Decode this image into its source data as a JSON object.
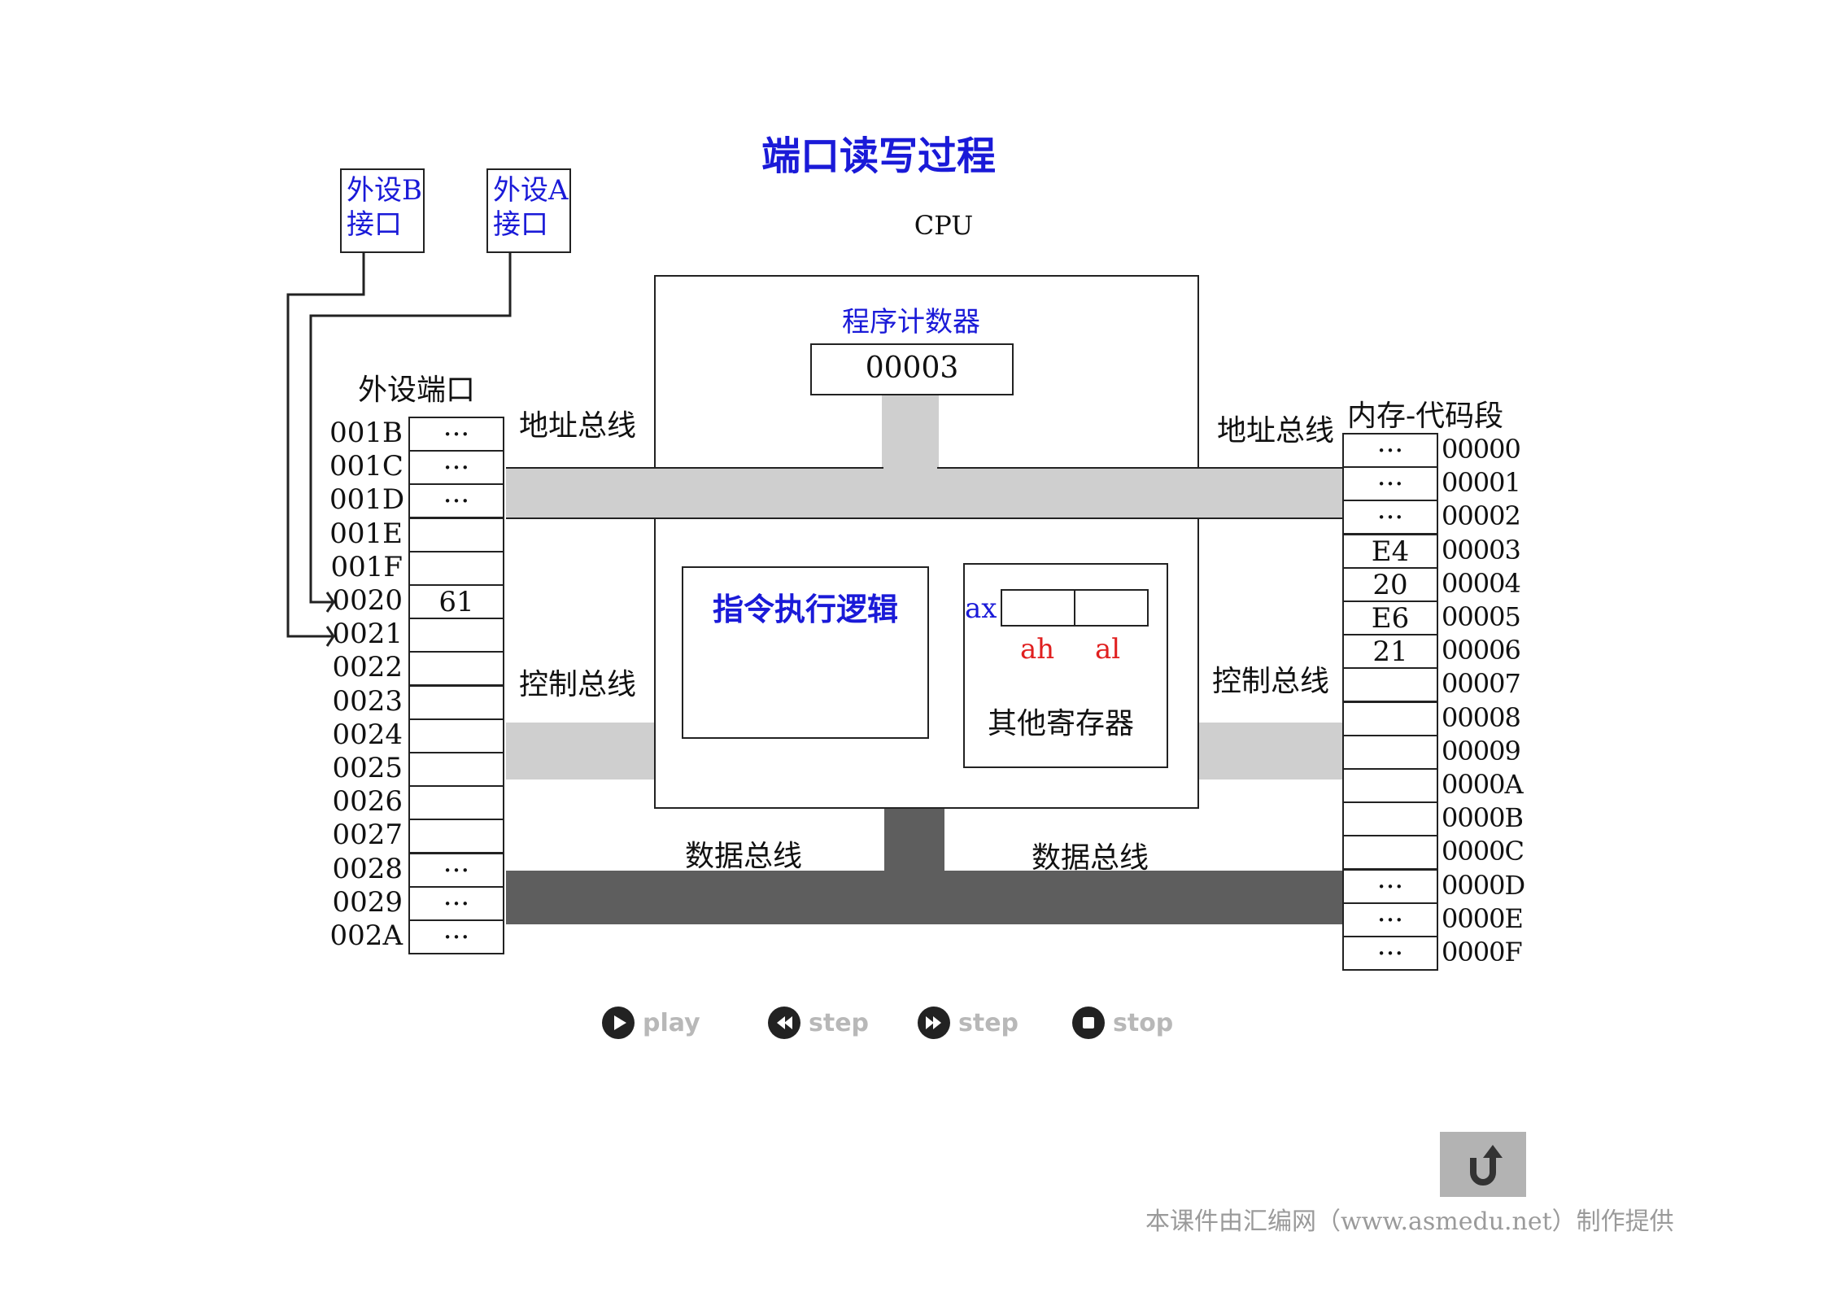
{
  "title": "端口读写过程",
  "cpu_label": "CPU",
  "device_b": {
    "line1": "外设B",
    "line2": "接口"
  },
  "device_a": {
    "line1": "外设A",
    "line2": "接口"
  },
  "port_section_label": "外设端口",
  "ports": [
    {
      "addr": "001B",
      "value": "···"
    },
    {
      "addr": "001C",
      "value": "···"
    },
    {
      "addr": "001D",
      "value": "···"
    },
    {
      "addr": "001E",
      "value": ""
    },
    {
      "addr": "001F",
      "value": ""
    },
    {
      "addr": "0020",
      "value": "61"
    },
    {
      "addr": "0021",
      "value": ""
    },
    {
      "addr": "0022",
      "value": ""
    },
    {
      "addr": "0023",
      "value": ""
    },
    {
      "addr": "0024",
      "value": ""
    },
    {
      "addr": "0025",
      "value": ""
    },
    {
      "addr": "0026",
      "value": ""
    },
    {
      "addr": "0027",
      "value": ""
    },
    {
      "addr": "0028",
      "value": "···"
    },
    {
      "addr": "0029",
      "value": "···"
    },
    {
      "addr": "002A",
      "value": "···"
    }
  ],
  "memory_label": "内存-代码段",
  "memory": [
    {
      "addr": "00000",
      "value": "···"
    },
    {
      "addr": "00001",
      "value": "···"
    },
    {
      "addr": "00002",
      "value": "···"
    },
    {
      "addr": "00003",
      "value": "E4"
    },
    {
      "addr": "00004",
      "value": "20"
    },
    {
      "addr": "00005",
      "value": "E6"
    },
    {
      "addr": "00006",
      "value": "21"
    },
    {
      "addr": "00007",
      "value": ""
    },
    {
      "addr": "00008",
      "value": ""
    },
    {
      "addr": "00009",
      "value": ""
    },
    {
      "addr": "0000A",
      "value": ""
    },
    {
      "addr": "0000B",
      "value": ""
    },
    {
      "addr": "0000C",
      "value": ""
    },
    {
      "addr": "0000D",
      "value": "···"
    },
    {
      "addr": "0000E",
      "value": "···"
    },
    {
      "addr": "0000F",
      "value": "···"
    }
  ],
  "buses": {
    "address_left": "地址总线",
    "address_right": "地址总线",
    "control_left": "控制总线",
    "control_right": "控制总线",
    "data_left": "数据总线",
    "data_right": "数据总线"
  },
  "program_counter": {
    "label": "程序计数器",
    "value": "00003"
  },
  "instruction_logic": "指令执行逻辑",
  "registers": {
    "ax": "ax",
    "ah": "ah",
    "al": "al",
    "others": "其他寄存器"
  },
  "controls": {
    "play": "play",
    "step_back": "step",
    "step_forward": "step",
    "stop": "stop"
  },
  "footer": "本课件由汇编网（www.asmedu.net）制作提供",
  "colors": {
    "title": "#1a1ad8",
    "bus_light": "#cfcfcf",
    "bus_dark": "#5e5e5e",
    "register_labels": "#e02020"
  }
}
